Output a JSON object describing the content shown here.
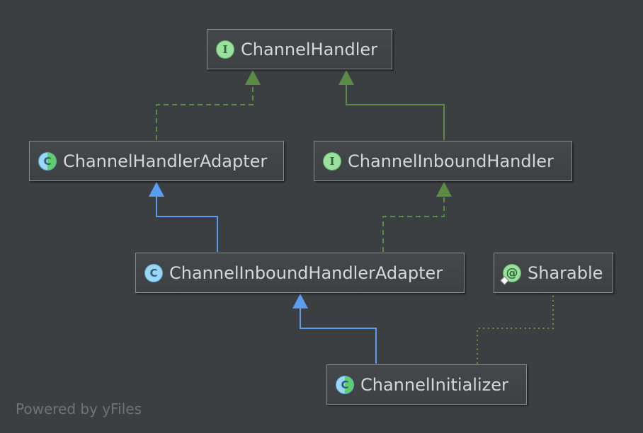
{
  "diagram": {
    "nodes": [
      {
        "id": "channel-handler",
        "label": "ChannelHandler",
        "kind": "interface",
        "badge": "I"
      },
      {
        "id": "channel-handler-adapter",
        "label": "ChannelHandlerAdapter",
        "kind": "abstract-class",
        "badge": "C"
      },
      {
        "id": "channel-inbound-handler",
        "label": "ChannelInboundHandler",
        "kind": "interface",
        "badge": "I"
      },
      {
        "id": "channel-inbound-handler-adapter",
        "label": "ChannelInboundHandlerAdapter",
        "kind": "class",
        "badge": "C"
      },
      {
        "id": "sharable",
        "label": "Sharable",
        "kind": "annotation",
        "badge": "@"
      },
      {
        "id": "channel-initializer",
        "label": "ChannelInitializer",
        "kind": "abstract-class",
        "badge": "C"
      }
    ],
    "edges": [
      {
        "from": "channel-handler-adapter",
        "to": "channel-handler",
        "type": "implements"
      },
      {
        "from": "channel-inbound-handler",
        "to": "channel-handler",
        "type": "extends-interface"
      },
      {
        "from": "channel-inbound-handler-adapter",
        "to": "channel-handler-adapter",
        "type": "extends"
      },
      {
        "from": "channel-inbound-handler-adapter",
        "to": "channel-inbound-handler",
        "type": "implements"
      },
      {
        "from": "channel-initializer",
        "to": "channel-inbound-handler-adapter",
        "type": "extends"
      },
      {
        "from": "channel-initializer",
        "to": "sharable",
        "type": "annotated-with"
      }
    ],
    "colors": {
      "background": "#3c3f41",
      "interface_edge": "#5c8b45",
      "class_edge": "#5b9df1",
      "annotation_edge": "#8fa335",
      "node_border": "#8a8a8a",
      "node_text": "#d6d6d6"
    }
  },
  "footer": {
    "text": "Powered by yFiles"
  }
}
